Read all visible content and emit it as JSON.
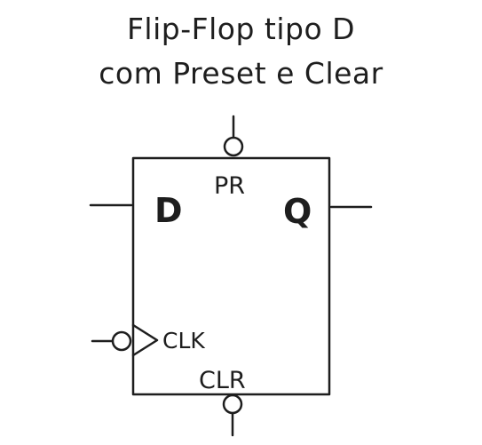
{
  "title": {
    "line1": "Flip-Flop tipo D",
    "line2": "com Preset e Clear"
  },
  "pins": {
    "d": "D",
    "q": "Q",
    "preset": "PR",
    "clock": "CLK",
    "clear": "CLR"
  },
  "colors": {
    "stroke": "#1e1e1e",
    "background": "#ffffff"
  }
}
